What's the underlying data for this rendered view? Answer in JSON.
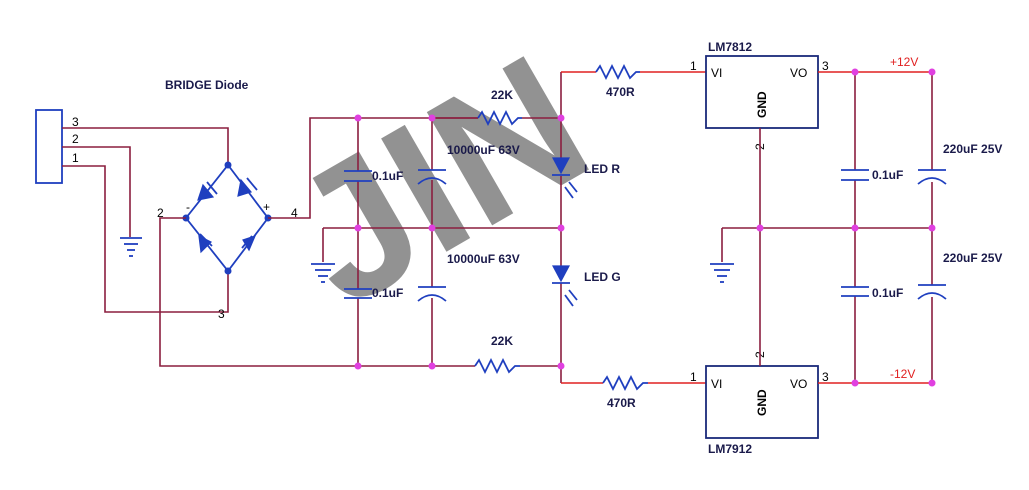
{
  "bridge": {
    "label": "BRIDGE Diode",
    "pin_plus": "+",
    "pin_minus": "-",
    "pin2": "2",
    "pin3": "3",
    "pin4": "4"
  },
  "connector": {
    "pins": [
      "3",
      "2",
      "1"
    ]
  },
  "resistors": {
    "top_22k": "22K",
    "bottom_22k": "22K",
    "top_470r": "470R",
    "bottom_470r": "470R"
  },
  "capacitors": {
    "c_small_top": "0.1uF",
    "c_big_top": "10000uF 63V",
    "c_small_bot": "0.1uF",
    "c_big_bot": "10000uF 63V",
    "out_small_top": "0.1uF",
    "out_big_top": "220uF 25V",
    "out_small_bot": "0.1uF",
    "out_big_bot": "220uF 25V"
  },
  "leds": {
    "red": "LED R",
    "green": "LED G"
  },
  "regulators": {
    "top": {
      "name": "LM7812",
      "vi": "VI",
      "vo": "VO",
      "gnd": "GND",
      "pin_in": "1",
      "pin_out": "3",
      "pin_gnd": "2"
    },
    "bottom": {
      "name": "LM7912",
      "vi": "VI",
      "vo": "VO",
      "gnd": "GND",
      "pin_in": "1",
      "pin_out": "3",
      "pin_gnd": "2"
    }
  },
  "outputs": {
    "positive": "+12V",
    "negative": "-12V"
  },
  "watermark": "JIN",
  "colors": {
    "wire": "#8b1e3f",
    "net_wire": "#e02020",
    "component": "#1f3fbf",
    "junction": "#e040e0"
  }
}
